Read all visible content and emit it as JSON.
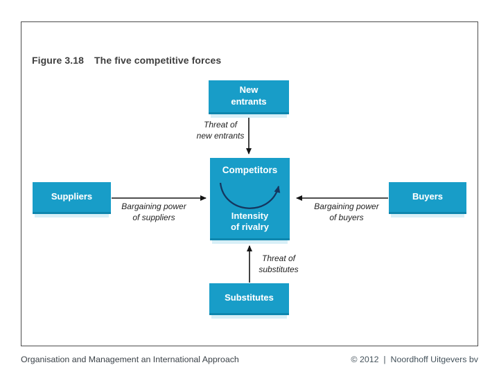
{
  "figure_header": {
    "label": "Figure 3.18",
    "title": "The five competitive forces"
  },
  "boxes": {
    "new_entrants": "New\nentrants",
    "competitors": "Competitors",
    "intensity_of_rivalry": "Intensity\nof rivalry",
    "suppliers": "Suppliers",
    "buyers": "Buyers",
    "substitutes": "Substitutes"
  },
  "arrow_labels": {
    "threat_new_entrants": "Threat of\nnew entrants",
    "bargaining_suppliers": "Bargaining power\nof suppliers",
    "bargaining_buyers": "Bargaining power\nof buyers",
    "threat_substitutes": "Threat of\nsubstitutes"
  },
  "footer": {
    "left": "Organisation and Management an International Approach",
    "right": "© 2012  |  Noordhoff Uitgevers bv"
  },
  "colors": {
    "box_fill": "#189dc8",
    "box_edge": "#0e86ae",
    "box_reflection": "#d7eff7",
    "box_text": "#ffffff",
    "arrow": "#141414",
    "rivalry_arc": "#15365f",
    "title_text": "#3e3e3e",
    "label_text": "#1e1e1e",
    "frame_border": "#4b4b4b"
  }
}
